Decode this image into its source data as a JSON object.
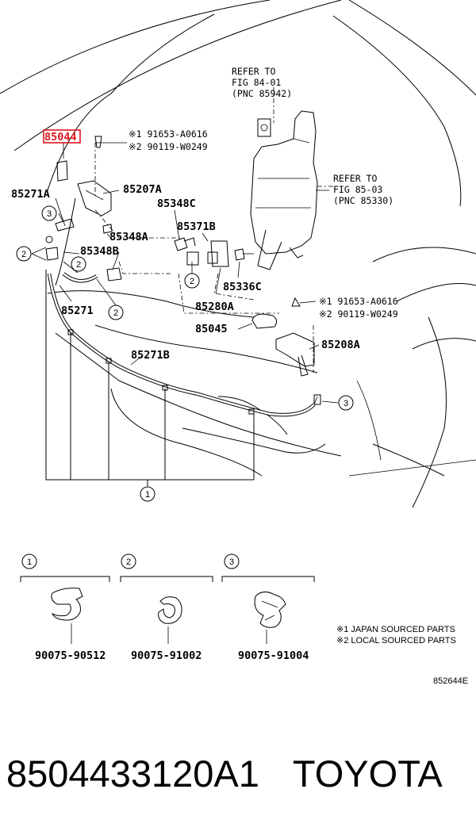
{
  "diagram": {
    "labels": {
      "p85044": "85044",
      "p85271A": "85271A",
      "p85207A": "85207A",
      "p85348C": "85348C",
      "p85348A": "85348A",
      "p85348B": "85348B",
      "p85371B": "85371B",
      "p85336C": "85336C",
      "p85271": "85271",
      "p85280A": "85280A",
      "p85045": "85045",
      "p85208A": "85208A",
      "p85271B": "85271B"
    },
    "notes": {
      "top_a": "※1 91653-A0616",
      "top_b": "※2 90119-W0249",
      "mid_a": "※1 91653-A0616",
      "mid_b": "※2 90119-W0249"
    },
    "refs": {
      "r1_l1": "REFER TO",
      "r1_l2": "FIG 84-01",
      "r1_l3": "(PNC 85942)",
      "r2_l1": "REFER TO",
      "r2_l2": "FIG 85-03",
      "r2_l3": "(PNC 85330)"
    },
    "callouts": {
      "one": "1",
      "two": "2",
      "three": "3"
    },
    "legend": {
      "items": [
        {
          "num": "1",
          "part": "90075-90512"
        },
        {
          "num": "2",
          "part": "90075-91002"
        },
        {
          "num": "3",
          "part": "90075-91004"
        }
      ],
      "note1": "※1 JAPAN SOURCED PARTS",
      "note2": "※2 LOCAL SOURCED PARTS",
      "figure_code": "852644E"
    },
    "highlight_color": "#e0141e"
  },
  "footer": {
    "part_number": "8504433120A1",
    "brand": "TOYOTA"
  }
}
